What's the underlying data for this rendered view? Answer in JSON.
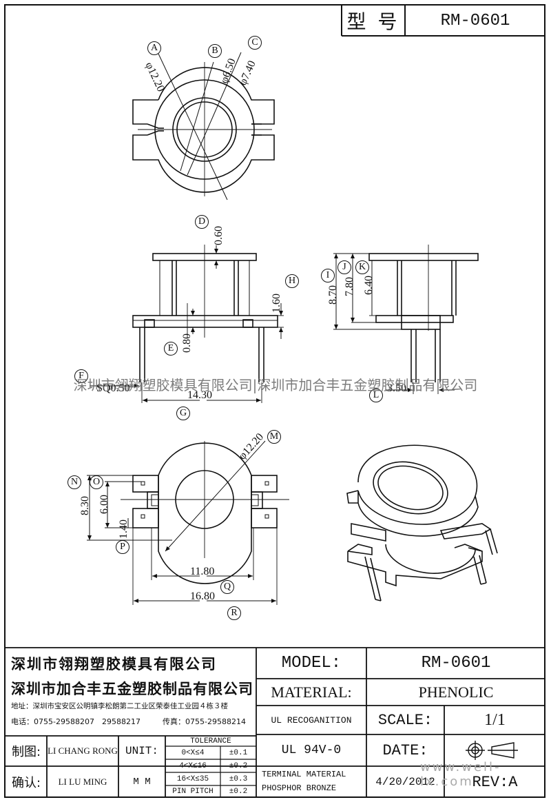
{
  "header": {
    "model_label_cn": "型 号",
    "model_value": "RM-0601"
  },
  "dimensions": {
    "A": "A",
    "A_value": "φ12.20",
    "B": "B",
    "B_value": "φ6.50",
    "C": "C",
    "C_value": "φ7.40",
    "D": "D",
    "D_value": "0.60",
    "E": "E",
    "E_value": "0.80",
    "F": "F",
    "F_value": "SQ0.50",
    "G": "G",
    "G_value": "14.30",
    "H": "H",
    "H_value": "1.60",
    "I": "I",
    "I_value": "8.70",
    "J": "J",
    "J_value": "7.80",
    "K": "K",
    "K_value": "6.40",
    "L": "L",
    "L_value": "3.50",
    "M": "M",
    "M_value": "φ12.20",
    "N": "N",
    "N_value": "8.30",
    "O": "O",
    "O_value": "6.00",
    "P": "P",
    "P_value": "1.40",
    "Q": "Q",
    "Q_value": "11.80",
    "R": "R",
    "R_value": "16.80"
  },
  "watermark": "深圳市翎翔塑胶模具有限公司|深圳市加合丰五金塑胶制品有限公司",
  "watermark_site": "www.well-lx.com",
  "title_block": {
    "company1": "深圳市翎翔塑胶模具有限公司",
    "company2": "深圳市加合丰五金塑胶制品有限公司",
    "address": "地址：深圳市宝安区公明镇李松朗第二工业区荣泰佳工业园４栋３楼",
    "phone": "电话：0755-29588207　29588217",
    "fax": "传真：0755-29588214",
    "model_label": "MODEL:",
    "model_value": "RM-0601",
    "material_label": "MATERIAL:",
    "material_value": "PHENOLIC",
    "ul_label": "UL RECOGANITION",
    "ul_value": "UL 94V-0",
    "scale_label": "SCALE:",
    "scale_value": "1/1",
    "date_label": "DATE:",
    "date_value": "4/20/2012",
    "rev_label": "REV:A",
    "drawn_label": "制图:",
    "drawn_by": "LI CHANG RONG",
    "checked_label": "确认:",
    "checked_by": "LI LU MING",
    "unit_label": "UNIT:",
    "unit_value": "M M",
    "tolerance_label": "TOLERANCE",
    "tolerances": [
      {
        "range": "0<X≤4",
        "value": "±0.1"
      },
      {
        "range": "4<X≤16",
        "value": "±0.2"
      },
      {
        "range": "16<X≤35",
        "value": "±0.3"
      },
      {
        "range": "PIN PITCH",
        "value": "±0.2"
      }
    ],
    "terminal_label": "TERMINAL MATERIAL",
    "terminal_value": "PHOSPHOR  BRONZE"
  }
}
